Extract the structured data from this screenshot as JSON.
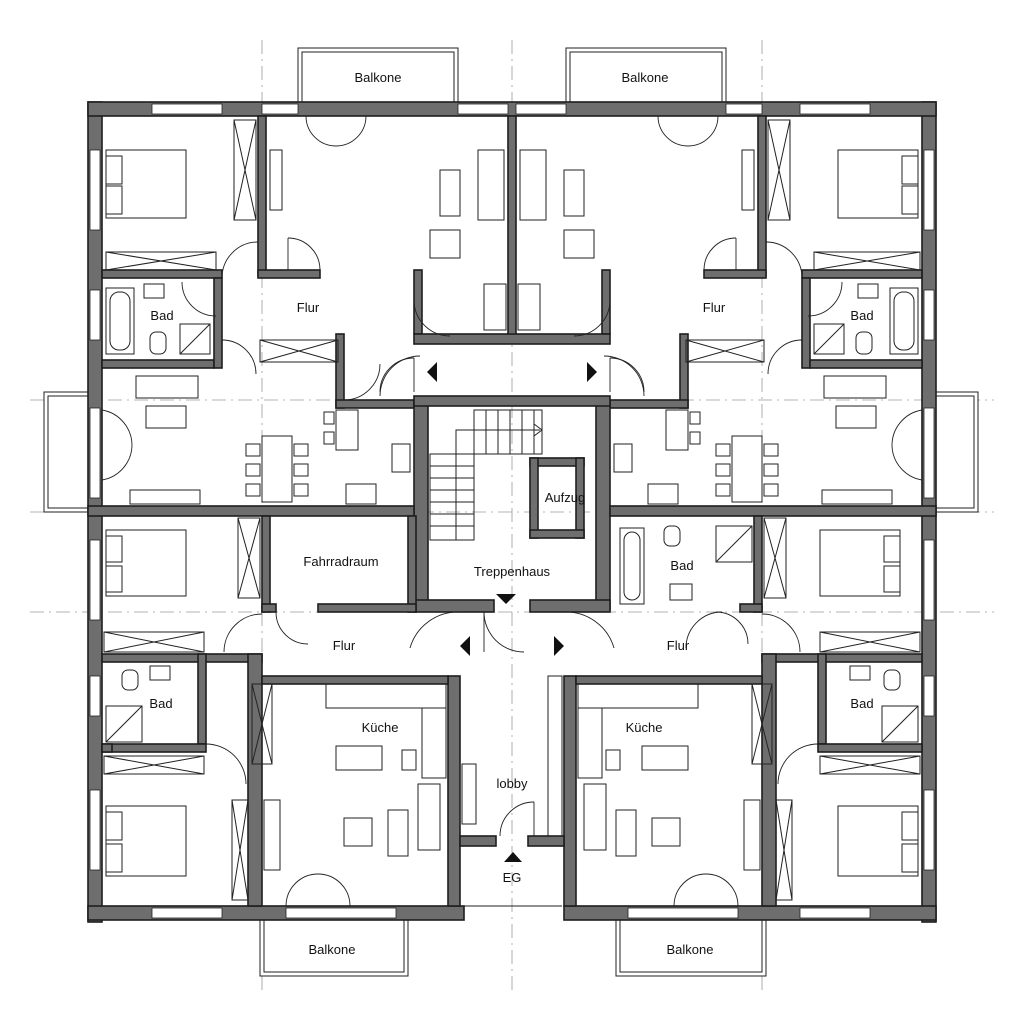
{
  "labels": {
    "balkone": "Balkone",
    "bad": "Bad",
    "flur": "Flur",
    "kueche": "Küche",
    "aufzug": "Aufzug",
    "treppenhaus": "Treppenhaus",
    "fahrradraum": "Fahrradraum",
    "lobby": "lobby",
    "eg": "EG"
  }
}
